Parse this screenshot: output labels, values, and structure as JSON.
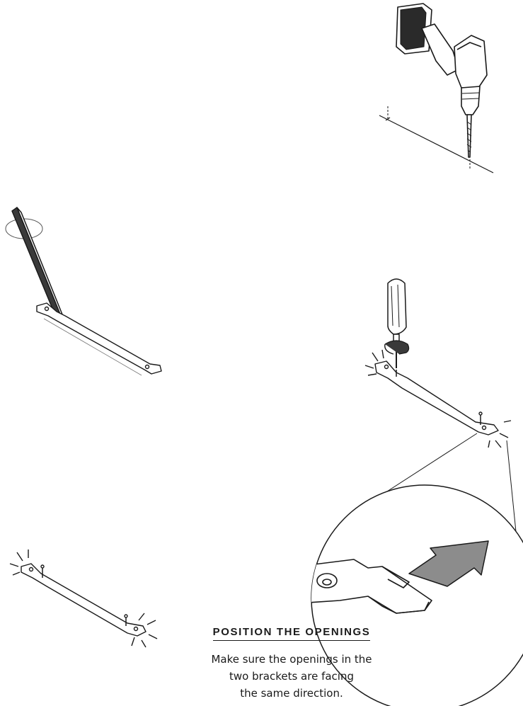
{
  "instruction": {
    "heading": "POSITION THE OPENINGS",
    "body_line_1": "Make sure the openings in the",
    "body_line_2": "two brackets are facing",
    "body_line_3": "the same direction."
  },
  "icons": {
    "drill": "drill-icon",
    "pencil": "pencil-icon",
    "screwdriver": "screwdriver-icon",
    "direction": "arrow-right-icon"
  },
  "colors": {
    "ink": "#1a1a1a",
    "arrow_fill": "#8c8c8c",
    "hatch": "#ffffff"
  }
}
